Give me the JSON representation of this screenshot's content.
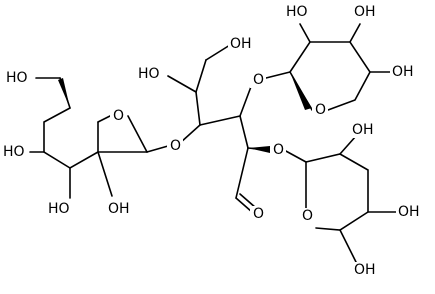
{
  "structure": {
    "atom_labels": {
      "glc_ch2oh": "HO",
      "glc_ring_o": "O",
      "glc_oh4": "HO",
      "glc_oh3": "HO",
      "glc_oh2": "OH",
      "link_o_glc": "O",
      "c5_oh": "HO",
      "c6_oh": "OH",
      "link_o_xyl_top": "O",
      "link_o_xyl_bottom": "O",
      "aldehyde_o": "O",
      "xyl_top_oh2": "HO",
      "xyl_top_oh3": "OH",
      "xyl_top_oh4": "OH",
      "xyl_top_ring_o": "O",
      "xyl_bottom_oh2": "OH",
      "xyl_bottom_oh3": "OH",
      "xyl_bottom_oh4": "OH",
      "xyl_bottom_ring_o": "O"
    }
  }
}
